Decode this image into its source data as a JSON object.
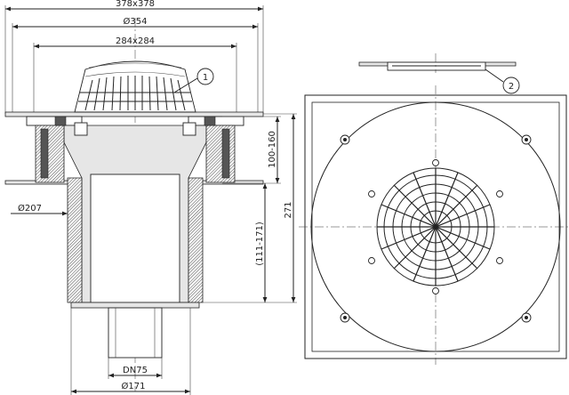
{
  "dimensions": {
    "overall": "378x378",
    "flange_dia": "Ø354",
    "grate": "284x284",
    "height_a": "100-160",
    "height_b": "(111-171)",
    "height_total": "271",
    "outer_dia": "Ø207",
    "pipe_dn": "DN75",
    "bottom_dia": "Ø171"
  },
  "callouts": {
    "c1": "1",
    "c2": "2"
  }
}
